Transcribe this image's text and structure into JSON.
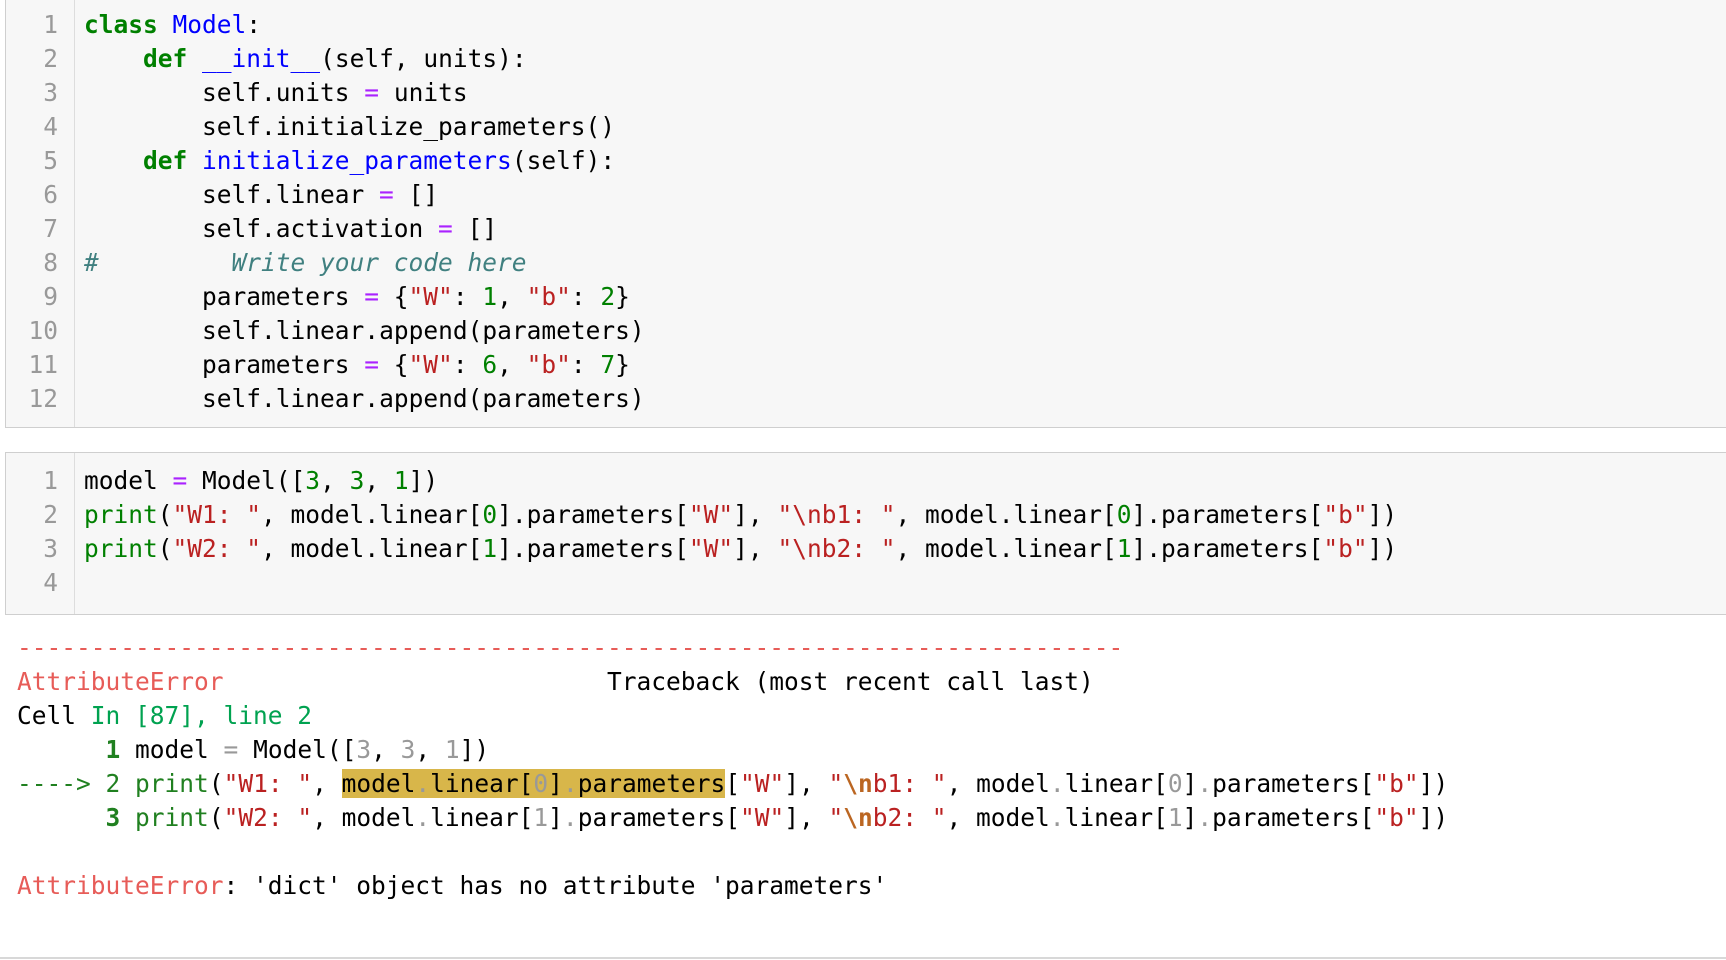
{
  "cell1": {
    "line_numbers": [
      "1",
      "2",
      "3",
      "4",
      "5",
      "6",
      "7",
      "8",
      "9",
      "10",
      "11",
      "12"
    ]
  },
  "cell2": {
    "line_numbers": [
      "1",
      "2",
      "3",
      "4"
    ]
  },
  "traceback": {
    "dash_line": "---------------------------------------------------------------------------",
    "error_name": "AttributeError",
    "traceback_label": "Traceback (most recent call last)",
    "cell_ref_prefix": "Cell ",
    "cell_ref_detail": "In [87], line 2",
    "arrow": "----> ",
    "final_error_name": "AttributeError",
    "final_message": ": 'dict' object has no attribute 'parameters'"
  }
}
